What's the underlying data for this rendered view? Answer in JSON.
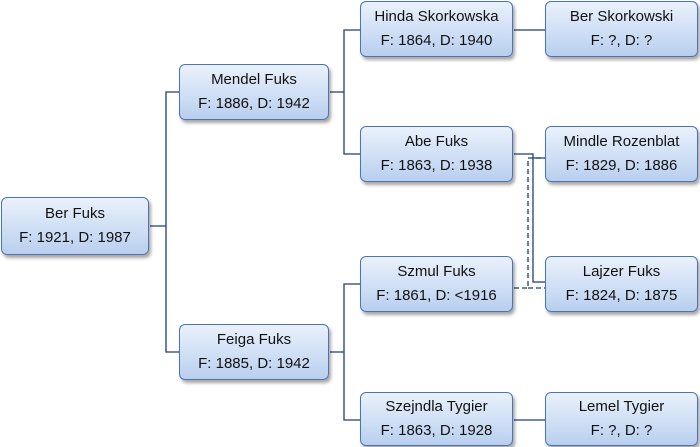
{
  "people": {
    "ber_fuks": {
      "name": "Ber Fuks",
      "dates": "F: 1921, D: 1987"
    },
    "mendel_fuks": {
      "name": "Mendel Fuks",
      "dates": "F: 1886, D: 1942"
    },
    "feiga_fuks": {
      "name": "Feiga Fuks",
      "dates": "F: 1885, D: 1942"
    },
    "hinda_skorkowska": {
      "name": "Hinda Skorkowska",
      "dates": "F: 1864, D: 1940"
    },
    "abe_fuks": {
      "name": "Abe Fuks",
      "dates": "F: 1863, D: 1938"
    },
    "szmul_fuks": {
      "name": "Szmul Fuks",
      "dates": "F: 1861, D: <1916"
    },
    "szejndla_tygier": {
      "name": "Szejndla Tygier",
      "dates": "F: 1863, D: 1928"
    },
    "ber_skorkowski": {
      "name": "Ber Skorkowski",
      "dates": "F: ?, D: ?"
    },
    "mindle_rozenblat": {
      "name": "Mindle Rozenblat",
      "dates": "F: 1829, D: 1886"
    },
    "lajzer_fuks": {
      "name": "Lajzer Fuks",
      "dates": "F: 1824, D: 1875"
    },
    "lemel_tygier": {
      "name": "Lemel Tygier",
      "dates": "F: ?, D: ?"
    }
  },
  "colors": {
    "box_border": "#4a73b8",
    "connector": "#1f3f7a",
    "box_fill_top": "#eaf1fb",
    "box_fill_bottom": "#b9cfee"
  }
}
